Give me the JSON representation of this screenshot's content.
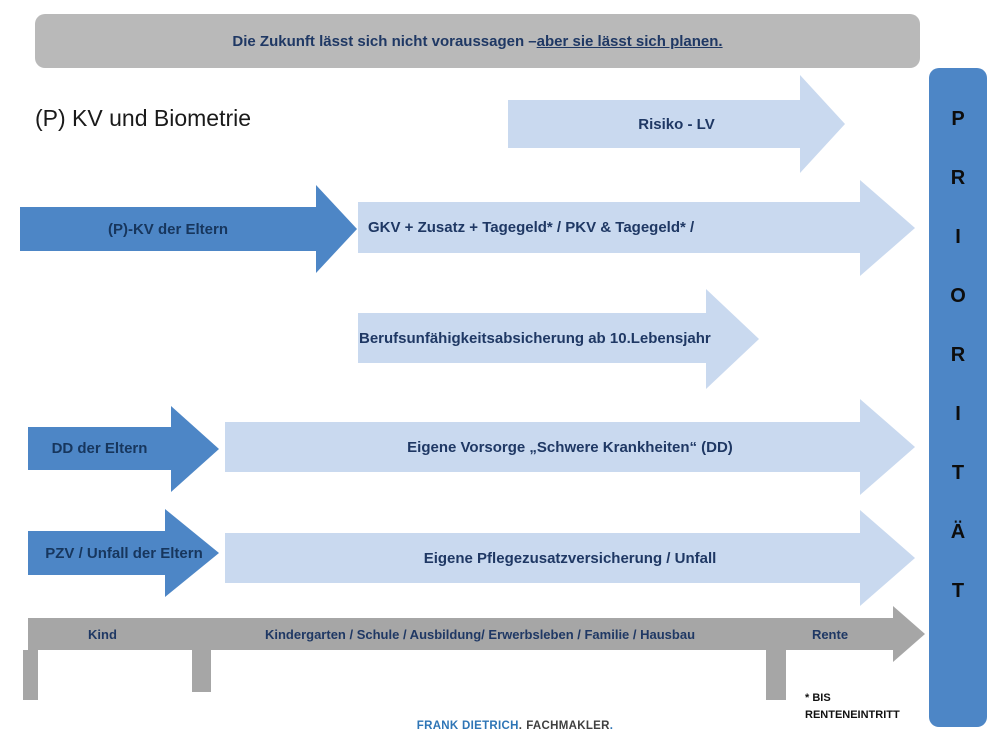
{
  "banner": {
    "text_plain": "Die Zukunft lässt sich nicht voraussagen – ",
    "text_underlined": "aber sie lässt sich planen."
  },
  "page_title": "(P) KV und Biometrie",
  "arrows": {
    "risiko": {
      "label": "Risiko - LV"
    },
    "pkv_eltern": {
      "label": "(P)-KV der Eltern"
    },
    "gkv": {
      "label": "GKV + Zusatz + Tagegeld* / PKV & Tagegeld* /"
    },
    "bu": {
      "label": "Berufsunfähigkeitsabsicherung ab 10.Lebensjahr"
    },
    "dd_eltern": {
      "label": "DD der Eltern"
    },
    "vorsorge_dd": {
      "label": "Eigene Vorsorge „Schwere Krankheiten“ (DD)"
    },
    "pzv_eltern": {
      "label": "PZV / Unfall der Eltern"
    },
    "pflege": {
      "label": "Eigene Pflegezusatzversicherung / Unfall"
    }
  },
  "timeline": {
    "labels": [
      "Kind",
      "Kindergarten / Schule / Ausbildung/ Erwerbsleben / Familie / Hausbau",
      "Rente"
    ]
  },
  "priority": {
    "letters": [
      "P",
      "R",
      "I",
      "O",
      "R",
      "I",
      "T",
      "Ä",
      "T"
    ]
  },
  "footnote": {
    "line1": "* BIS",
    "line2": "RENTENEINTRITT"
  },
  "footer": {
    "name": "FRANK DIETRICH",
    "dot1": ".",
    "rest": "FACHMAKLER",
    "dot2": "."
  },
  "colors": {
    "medium_blue": "#4d86c6",
    "light_blue": "#c9d9ef",
    "navy_text": "#1f3864",
    "banner_gray": "#b9b9b9",
    "timeline_gray": "#a6a6a6",
    "footer_blue": "#2e75b6"
  }
}
